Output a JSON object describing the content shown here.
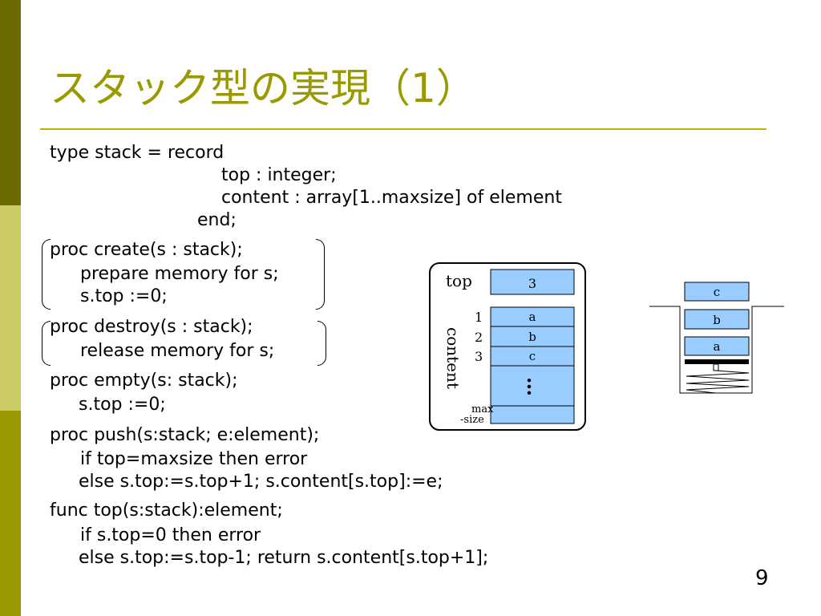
{
  "slide": {
    "title": "スタック型の実現（1）",
    "page_number": "9"
  },
  "code": {
    "type_line1": "type stack = record",
    "type_line2": "top : integer;",
    "type_line3": "content : array[1..maxsize] of element",
    "type_line4": "end;",
    "create_line1": "proc create(s : stack);",
    "create_line2": "prepare memory for s;",
    "create_line3": "s.top :=0;",
    "destroy_line1": "proc destroy(s : stack);",
    "destroy_line2": "release memory for s;",
    "empty_line1": "proc empty(s: stack);",
    "empty_line2": "s.top :=0;",
    "push_line1": "proc push(s:stack; e:element);",
    "push_line2": "if top=maxsize then error",
    "push_line3": "else s.top:=s.top+1; s.content[s.top]:=e;",
    "top_line1": "func top(s:stack):element;",
    "top_line2": "if s.top=0 then error",
    "top_line3": "else s.top:=s.top-1; return s.content[s.top+1];"
  },
  "stack_diagram": {
    "top_label": "top",
    "top_value": "3",
    "content_label": "content",
    "indices": [
      "1",
      "2",
      "3"
    ],
    "cells": [
      "a",
      "b",
      "c"
    ],
    "ellipsis": "…",
    "max_label_line1": "max",
    "max_label_line2": "-size",
    "cell_fill": "#99ccff"
  },
  "spring_diagram": {
    "items_top_to_bottom": [
      "c",
      "b",
      "a"
    ]
  }
}
